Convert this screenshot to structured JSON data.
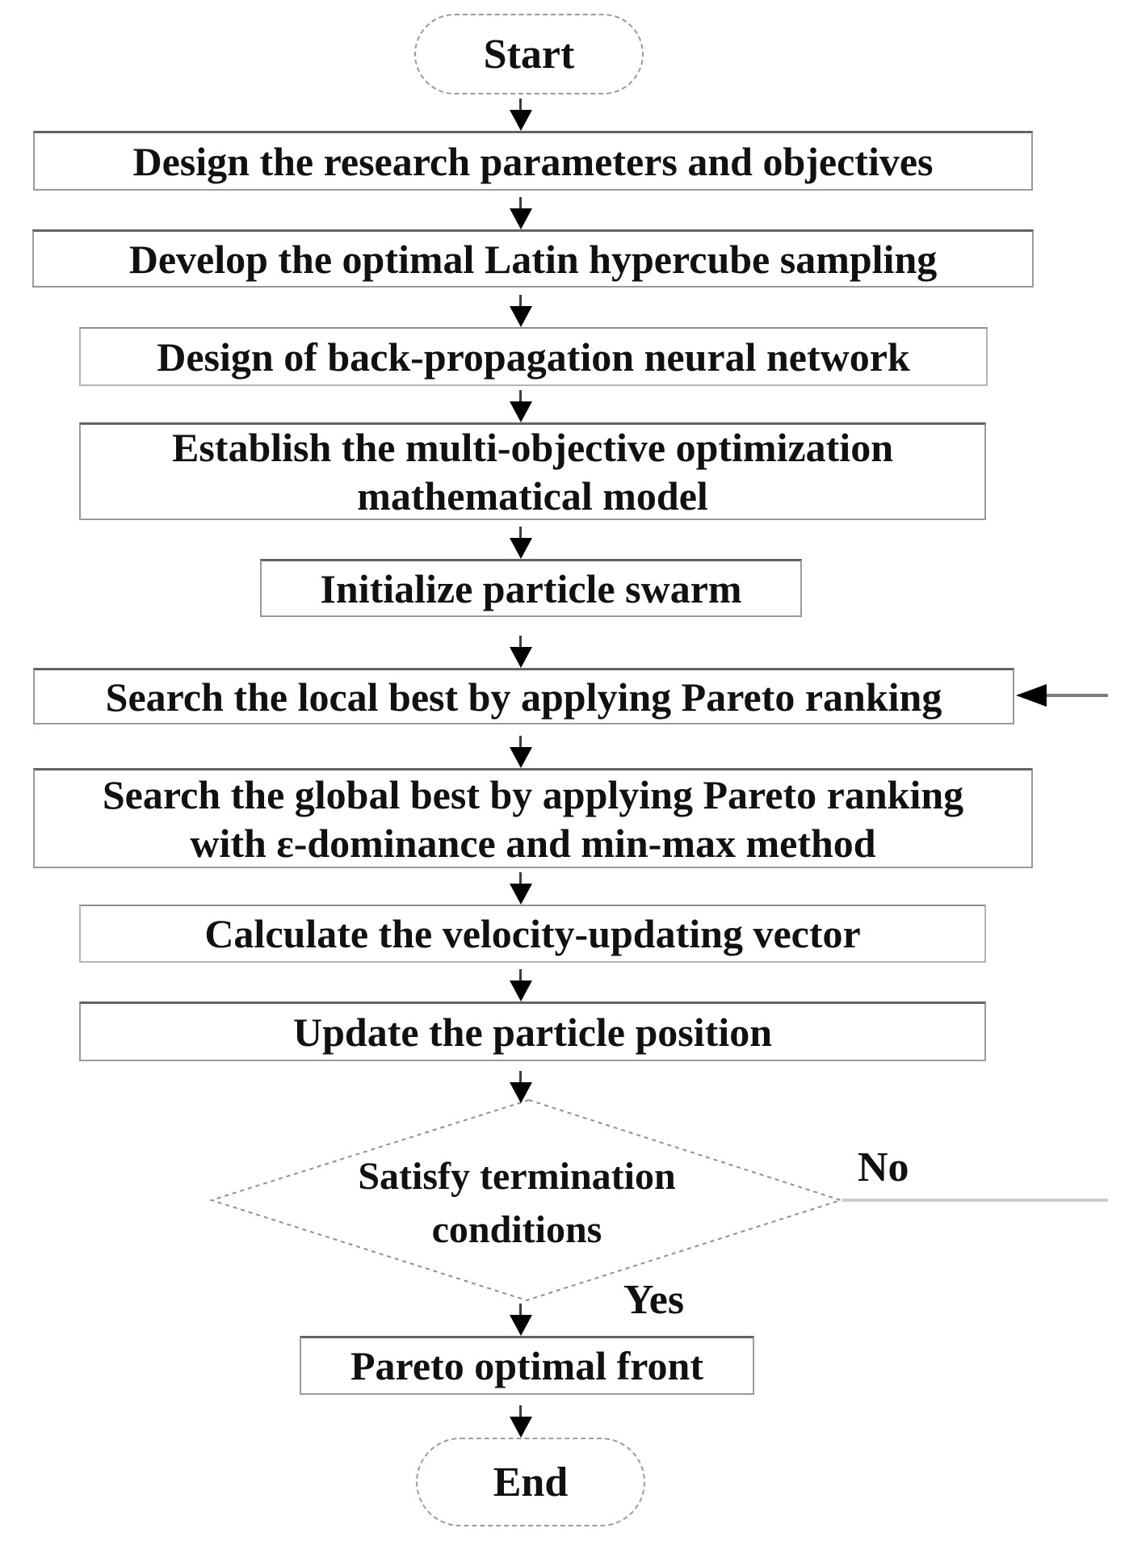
{
  "diagram": {
    "type": "flowchart",
    "nodes": {
      "start": {
        "label": "Start"
      },
      "step1": {
        "label": "Design the research parameters and objectives"
      },
      "step2": {
        "label": "Develop the optimal Latin hypercube sampling"
      },
      "step3": {
        "label": "Design of back-propagation neural network"
      },
      "step4": {
        "line1": "Establish the multi-objective optimization",
        "line2": "mathematical model"
      },
      "step5": {
        "label": "Initialize particle swarm"
      },
      "step6": {
        "label": "Search the local best by applying Pareto ranking"
      },
      "step7": {
        "line1": "Search the global best by applying Pareto ranking",
        "line2": "with ε-dominance and min-max method"
      },
      "step8": {
        "label": "Calculate the velocity-updating vector"
      },
      "step9": {
        "label": "Update the particle position"
      },
      "decision": {
        "line1": "Satisfy termination",
        "line2": "conditions"
      },
      "step10": {
        "label": "Pareto optimal front"
      },
      "end": {
        "label": "End"
      }
    },
    "edges": {
      "no_label": "No",
      "yes_label": "Yes"
    },
    "colors": {
      "text": "#111111",
      "box_border": "#9a9a9a",
      "box_border_top": "#636363",
      "dashed_border": "#9c9c9c",
      "arrowhead": "#000000",
      "feedback_line": "#7a7a7a",
      "no_line": "#cccccc"
    }
  }
}
